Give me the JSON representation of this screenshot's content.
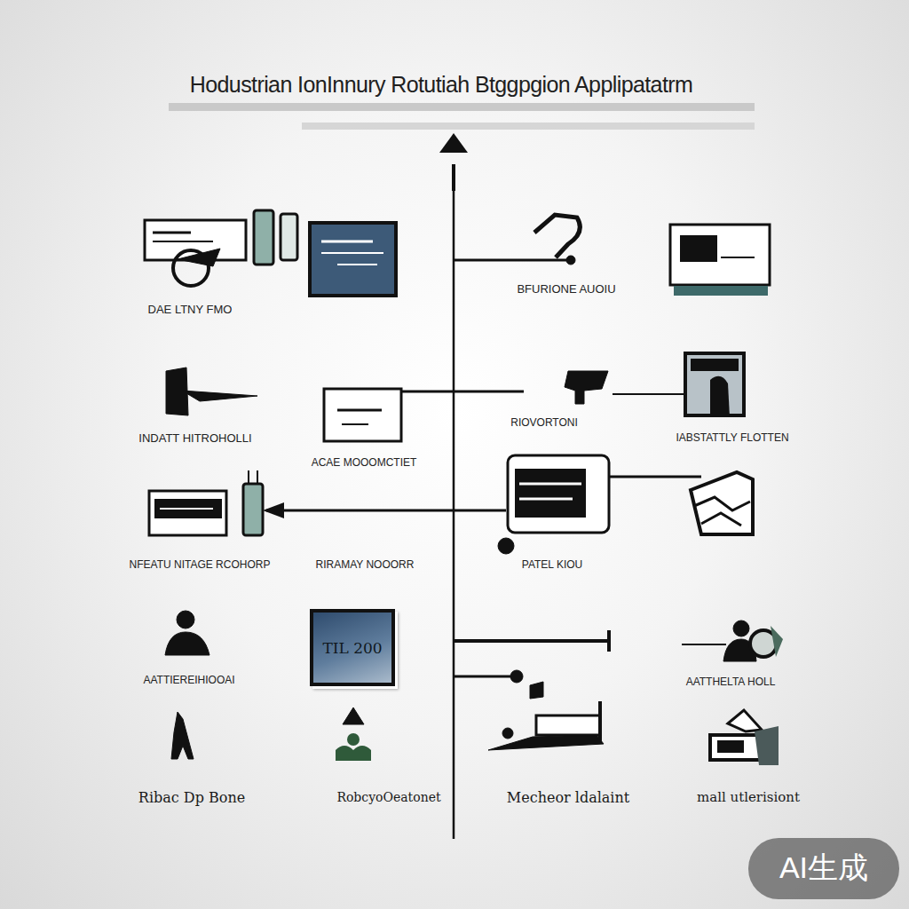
{
  "diagram": {
    "title": "Hodustrian IonInnury Rotutiah Btggpgion Applipatatrm",
    "nodes": [
      {
        "text": [
          "TIL 200"
        ]
      }
    ],
    "labels": [
      "DAE LTNY FMO",
      "BFURIONE AUOIU",
      "INDATT HITROHOLLI",
      "ACAE MOOOMCTIET",
      "RIOVORTONI",
      "IABSTATTLY FLOTTEN",
      "NFEATU NITAGE RCOHORP",
      "RIRAMAY NOOORR",
      "PATEL KIOU",
      "AATTIEREIHIOOAI",
      "AATTHELTA HOLL",
      "Ribac Dp Bone",
      "RobcyoOeatonet",
      "Mecheor ldalaint",
      "mall utlerisiont",
      "AI生成"
    ]
  }
}
